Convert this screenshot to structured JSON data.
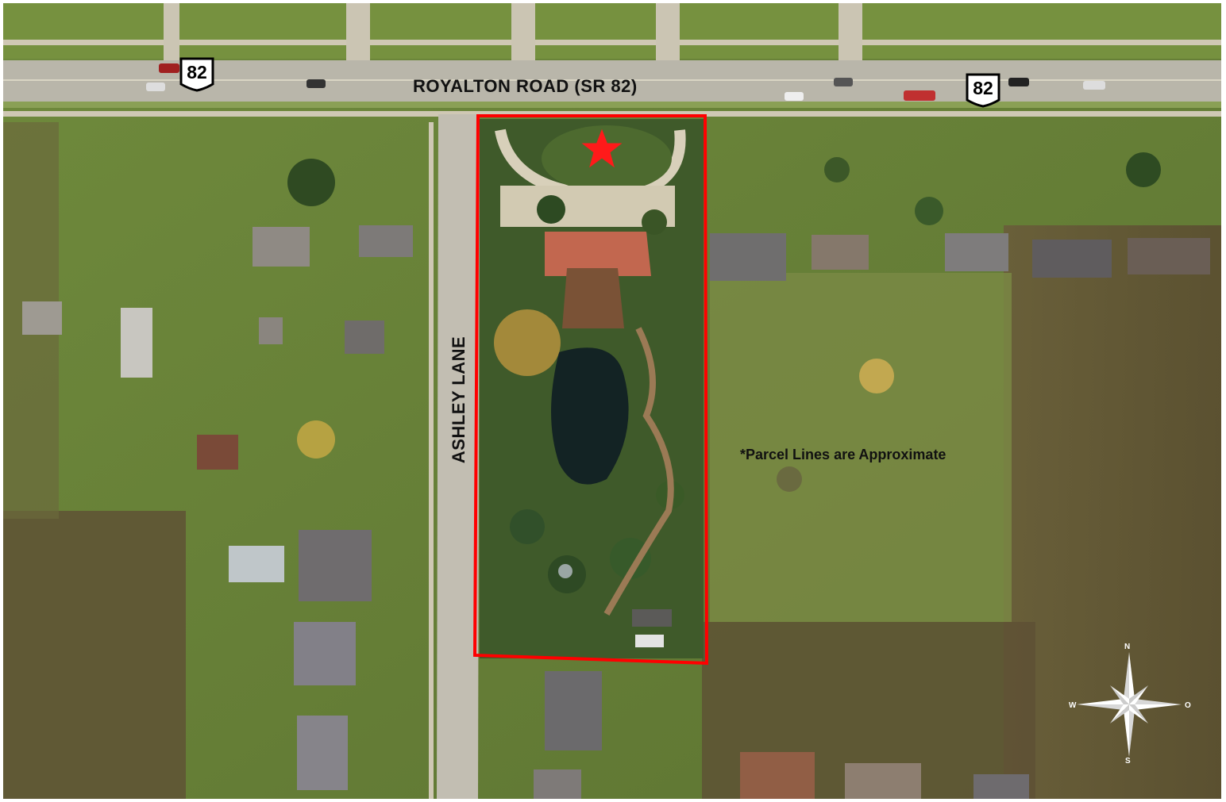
{
  "map": {
    "roads": {
      "royalton_road": "ROYALTON ROAD (SR 82)",
      "ashley_lane": "ASHLEY LANE"
    },
    "route_shields": [
      {
        "number": "82"
      },
      {
        "number": "82"
      }
    ],
    "note": "*Parcel Lines are Approximate",
    "compass": {
      "north": "N",
      "south": "S",
      "west": "W",
      "east": "O"
    },
    "colors": {
      "parcel_outline": "#ff0000",
      "subject_marker": "#ff1a1a",
      "road_label": "#111111",
      "shield_fill": "#ffffff",
      "compass": "#ffffff"
    },
    "icons": {
      "subject_marker": "star-icon",
      "compass": "compass-rose-icon",
      "route_shield": "ohio-route-shield-icon"
    }
  }
}
